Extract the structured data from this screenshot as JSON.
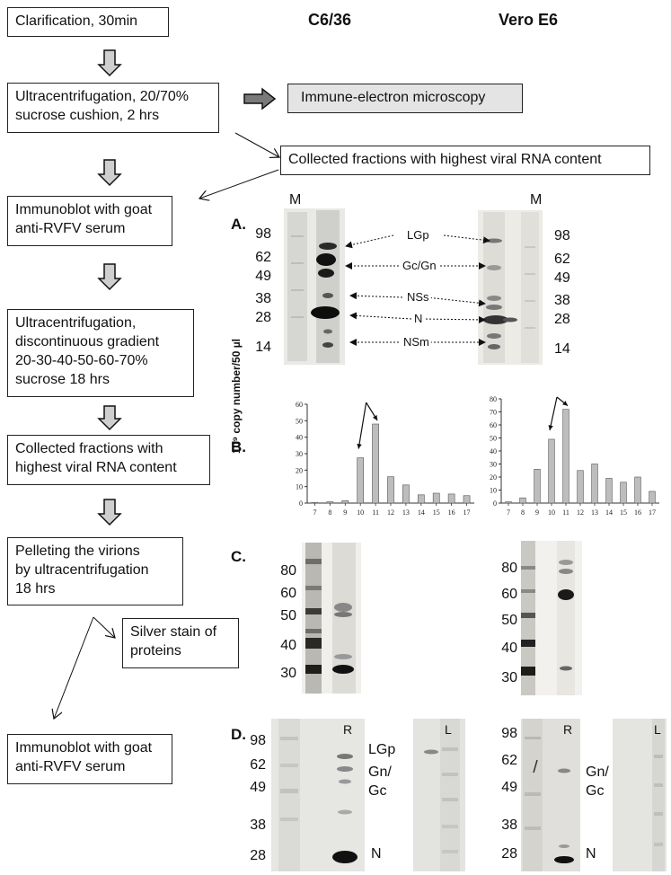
{
  "flow": {
    "step1": "Clarification, 30min",
    "step2": [
      "Ultracentrifugation, 20/70%",
      "sucrose cushion, 2 hrs"
    ],
    "step3": [
      "Immunoblot with goat",
      "anti-RVFV serum"
    ],
    "step4": [
      "Ultracentrifugation,",
      "discontinuous gradient",
      "20-30-40-50-60-70%",
      "sucrose 18 hrs"
    ],
    "step5": [
      "Collected fractions with",
      "highest viral RNA content"
    ],
    "step6": [
      "Pelleting the virions",
      "by ultracentrifugation",
      "18 hrs"
    ],
    "step7": [
      "Immunoblot with goat",
      "anti-RVFV serum"
    ],
    "side_iem": "Immune-electron microscopy",
    "side_collected": "Collected fractions with highest viral RNA content",
    "side_silver": [
      "Silver stain of",
      "proteins"
    ]
  },
  "headers": {
    "left": "C6/36",
    "right": "Vero E6"
  },
  "panelA": {
    "label": "A.",
    "marker": "M",
    "mw_left": [
      "98",
      "62",
      "49",
      "38",
      "28",
      "14"
    ],
    "mw_right": [
      "98",
      "62",
      "49",
      "38",
      "28",
      "14"
    ],
    "bands": [
      "LGp",
      "Gc/Gn",
      "NSs",
      "N",
      "NSm"
    ]
  },
  "panelB": {
    "label": "B.",
    "ylabel": "10⁹ copy number/50 µl"
  },
  "panelC": {
    "label": "C.",
    "mw_left": [
      "80",
      "60",
      "50",
      "40",
      "30"
    ],
    "mw_right": [
      "80",
      "60",
      "50",
      "40",
      "30"
    ]
  },
  "panelD": {
    "label": "D.",
    "lane_R": "R",
    "lane_L": "L",
    "mw_left": [
      "98",
      "62",
      "49",
      "38",
      "28"
    ],
    "mw_right": [
      "98",
      "62",
      "49",
      "38",
      "28"
    ],
    "left_labels": [
      "LGp",
      "Gn/",
      "Gc",
      "N"
    ],
    "right_labels": [
      "Gn/",
      "Gc",
      "N"
    ]
  },
  "chart_data": [
    {
      "type": "bar",
      "x": [
        7,
        8,
        9,
        10,
        11,
        12,
        13,
        14,
        15,
        16,
        17
      ],
      "values": [
        0.3,
        0.8,
        1.5,
        27.5,
        48,
        16,
        11,
        5,
        6,
        5.5,
        4.5
      ],
      "ylabel": "10⁹ copy number/50 µl",
      "ylim": [
        0,
        60
      ],
      "yticks": [
        0,
        10,
        20,
        30,
        40,
        50,
        60
      ],
      "highlight": [
        10,
        11
      ]
    },
    {
      "type": "bar",
      "x": [
        7,
        8,
        9,
        10,
        11,
        12,
        13,
        14,
        15,
        16,
        17
      ],
      "values": [
        1,
        4,
        26,
        49,
        72,
        25,
        30,
        19,
        16,
        20,
        9
      ],
      "ylim": [
        0,
        80
      ],
      "yticks": [
        0,
        10,
        20,
        30,
        40,
        50,
        60,
        70,
        80
      ],
      "highlight": [
        10,
        11
      ]
    }
  ],
  "colors": {
    "bar_fill": "#bdbdbd",
    "arrow_fill": "#cfcfcf",
    "iem_box": "#e4e4e4"
  }
}
